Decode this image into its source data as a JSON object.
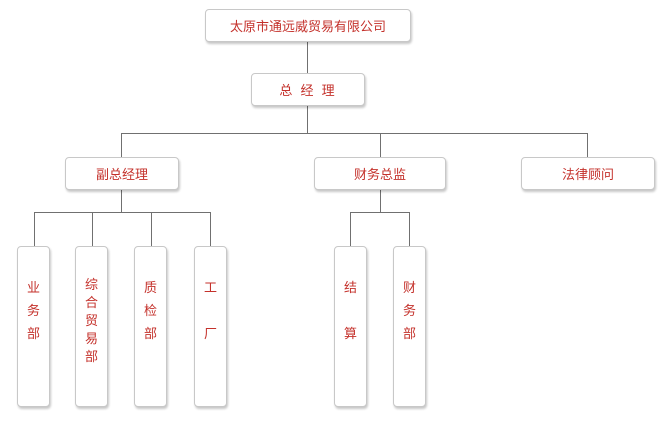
{
  "org_chart": {
    "company": "太原市通远威贸易有限公司",
    "general_manager": "总 经 理",
    "deputy_gm": "副总经理",
    "finance_director": "财务总监",
    "legal_advisor": "法律顾问",
    "departments": {
      "business": "业\n务\n部",
      "comprehensive_trade": "综合贸易部",
      "quality_inspection": "质\n检\n部",
      "factory": "工\n\n厂",
      "settlement": "结\n\n算",
      "finance": "财\n务\n部"
    }
  },
  "colors": {
    "text": "#c4312b",
    "border": "#c8c8c8",
    "connector": "#707070"
  }
}
